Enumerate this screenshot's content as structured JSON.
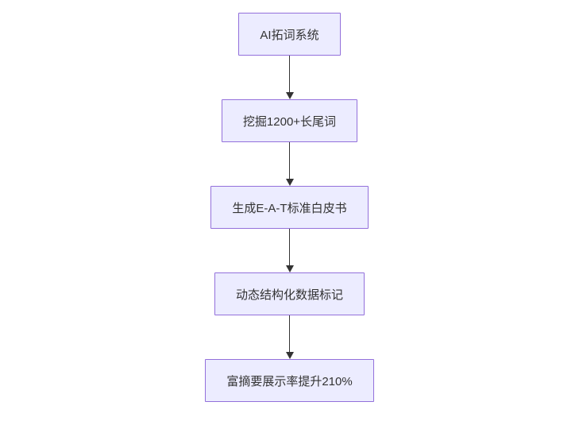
{
  "diagram": {
    "type": "flowchart-vertical",
    "nodes": [
      {
        "id": "n1",
        "label": "AI拓词系统"
      },
      {
        "id": "n2",
        "label": "挖掘1200+长尾词"
      },
      {
        "id": "n3",
        "label": "生成E-A-T标准白皮书"
      },
      {
        "id": "n4",
        "label": "动态结构化数据标记"
      },
      {
        "id": "n5",
        "label": "富摘要展示率提升210%"
      }
    ],
    "edges": [
      {
        "from": "n1",
        "to": "n2"
      },
      {
        "from": "n2",
        "to": "n3"
      },
      {
        "from": "n3",
        "to": "n4"
      },
      {
        "from": "n4",
        "to": "n5"
      }
    ],
    "colors": {
      "background": "#ffffff",
      "node_fill": "#ECECFF",
      "node_border": "#9370DB",
      "text": "#333333",
      "arrow": "#333333"
    }
  }
}
